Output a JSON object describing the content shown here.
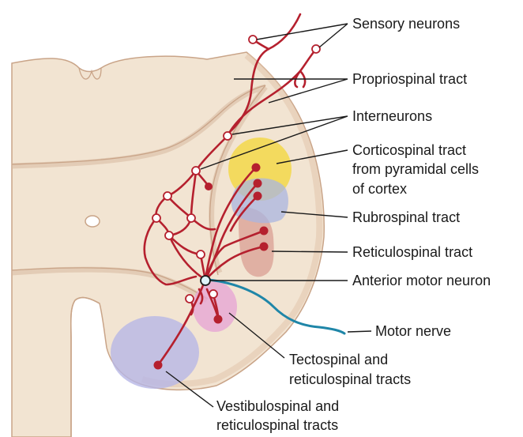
{
  "colors": {
    "gray_matter": "#f2e4d2",
    "white_matter_edge": "#d6b49a",
    "outline": "#c9a488",
    "neuron": "#b5202e",
    "motor_nerve": "#1f86a8",
    "corticospinal": "#f3d84a",
    "rubrospinal": "#a9b6e0",
    "reticulospinal": "#d89a8e",
    "tectospinal": "#e6a6d4",
    "vestibulospinal": "#b7b6e6"
  },
  "labels": {
    "sensory": "Sensory neurons",
    "propriospinal": "Propriospinal tract",
    "interneurons": "Interneurons",
    "corticospinal": [
      "Corticospinal tract",
      "from pyramidal cells",
      "of cortex"
    ],
    "rubrospinal": "Rubrospinal tract",
    "reticulospinal": "Reticulospinal tract",
    "anterior_motor": "Anterior motor neuron",
    "motor_nerve": "Motor nerve",
    "tectospinal": [
      "Tectospinal and",
      "reticulospinal tracts"
    ],
    "vestibulospinal": [
      "Vestibulospinal and",
      "reticulospinal tracts"
    ]
  }
}
